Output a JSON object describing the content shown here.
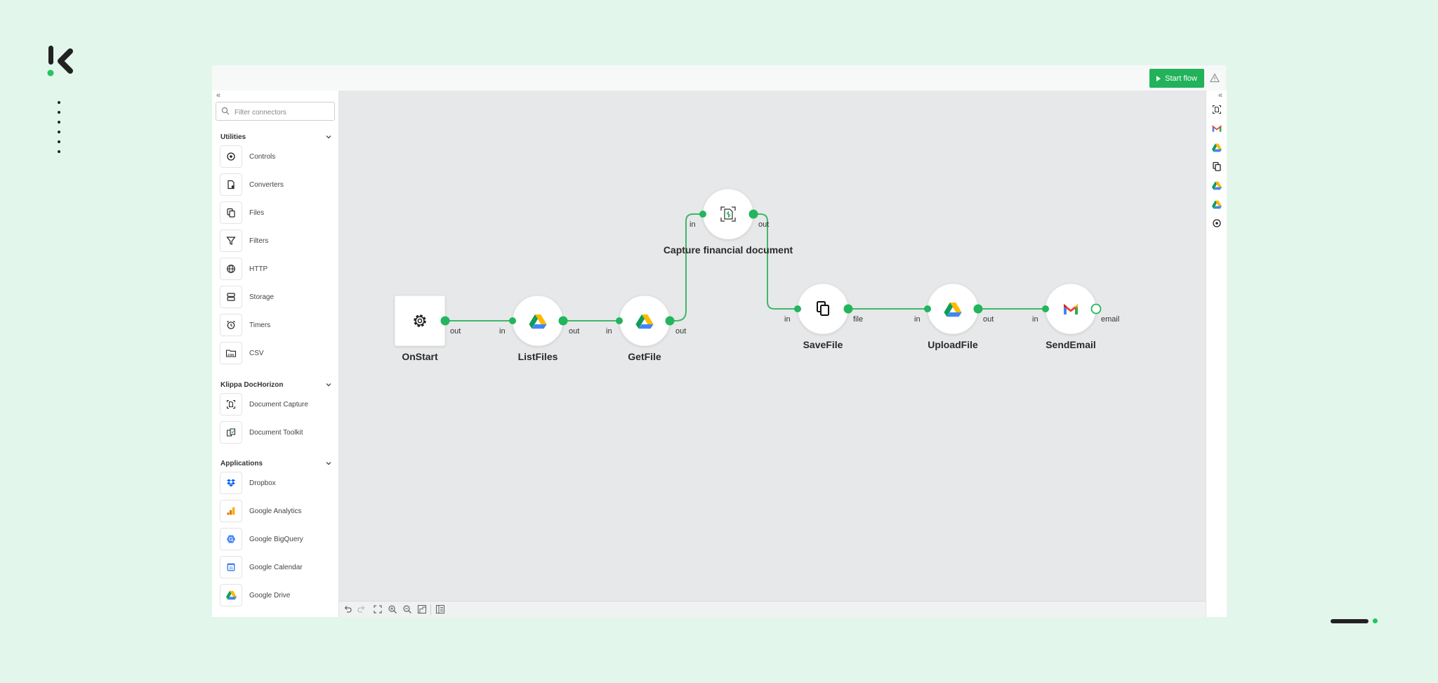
{
  "brand": {
    "accent": "#21b25a",
    "background": "#e2f6ec"
  },
  "toolbar": {
    "start_label": "Start flow"
  },
  "sidebar": {
    "search_placeholder": "Filter connectors",
    "sections": [
      {
        "title": "Utilities",
        "items": [
          {
            "label": "Controls",
            "icon": "controls-icon"
          },
          {
            "label": "Converters",
            "icon": "converters-icon"
          },
          {
            "label": "Files",
            "icon": "files-icon"
          },
          {
            "label": "Filters",
            "icon": "filter-icon"
          },
          {
            "label": "HTTP",
            "icon": "globe-icon"
          },
          {
            "label": "Storage",
            "icon": "storage-icon"
          },
          {
            "label": "Timers",
            "icon": "alarm-clock-icon"
          },
          {
            "label": "CSV",
            "icon": "csv-folder-icon"
          }
        ]
      },
      {
        "title": "Klippa DocHorizon",
        "items": [
          {
            "label": "Document Capture",
            "icon": "document-capture-icon"
          },
          {
            "label": "Document Toolkit",
            "icon": "document-toolkit-icon"
          }
        ]
      },
      {
        "title": "Applications",
        "items": [
          {
            "label": "Dropbox",
            "icon": "dropbox-icon"
          },
          {
            "label": "Google Analytics",
            "icon": "google-analytics-icon"
          },
          {
            "label": "Google BigQuery",
            "icon": "google-bigquery-icon"
          },
          {
            "label": "Google Calendar",
            "icon": "google-calendar-icon"
          },
          {
            "label": "Google Drive",
            "icon": "google-drive-icon"
          }
        ]
      }
    ]
  },
  "flow": {
    "nodes": [
      {
        "name": "OnStart",
        "icon": "gear-icon",
        "ports": [
          "out"
        ]
      },
      {
        "name": "ListFiles",
        "icon": "google-drive-icon",
        "ports": [
          "in",
          "out"
        ]
      },
      {
        "name": "GetFile",
        "icon": "google-drive-icon",
        "ports": [
          "in",
          "out"
        ]
      },
      {
        "name": "Capture financial document",
        "icon": "document-capture-icon",
        "ports": [
          "in",
          "out"
        ]
      },
      {
        "name": "SaveFile",
        "icon": "files-icon",
        "ports": [
          "in",
          "file"
        ]
      },
      {
        "name": "UploadFile",
        "icon": "google-drive-icon",
        "ports": [
          "in",
          "out"
        ]
      },
      {
        "name": "SendEmail",
        "icon": "gmail-icon",
        "ports": [
          "in",
          "email"
        ]
      }
    ]
  },
  "right_rail": {
    "icons": [
      "document-capture-icon",
      "gmail-icon",
      "google-drive-icon",
      "files-icon",
      "google-drive-icon",
      "google-drive-icon",
      "gear-icon"
    ]
  }
}
